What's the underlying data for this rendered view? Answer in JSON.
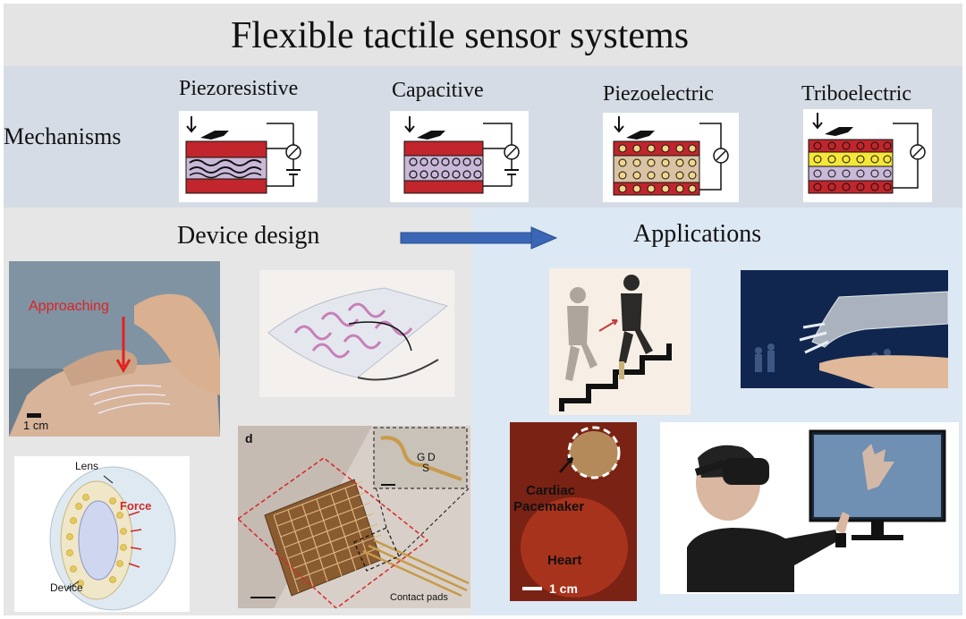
{
  "title": "Flexible tactile sensor systems",
  "mechanisms": {
    "label": "Mechanisms",
    "items": [
      {
        "name": "Piezoresistive"
      },
      {
        "name": "Capacitive"
      },
      {
        "name": "Piezoelectric"
      },
      {
        "name": "Triboelectric"
      }
    ]
  },
  "device_design": {
    "label": "Device design",
    "hand": {
      "text": "Approaching",
      "scale": "1 cm"
    },
    "lens": {
      "lens": "Lens",
      "force": "Force",
      "device": "Device"
    },
    "array": {
      "panel": "d",
      "g": "G",
      "d": "D",
      "s": "S",
      "pads": "Contact pads"
    }
  },
  "applications": {
    "label": "Applications",
    "pacemaker": {
      "line1": "Cardiac",
      "line2": "Pacemaker",
      "heart": "Heart",
      "scale": "1 cm"
    }
  },
  "colors": {
    "accent_red": "#c0262b",
    "arrow_blue": "#3a66b5",
    "piezo_fill": "#c9b8d8",
    "tribo_yellow": "#f5e63a"
  }
}
